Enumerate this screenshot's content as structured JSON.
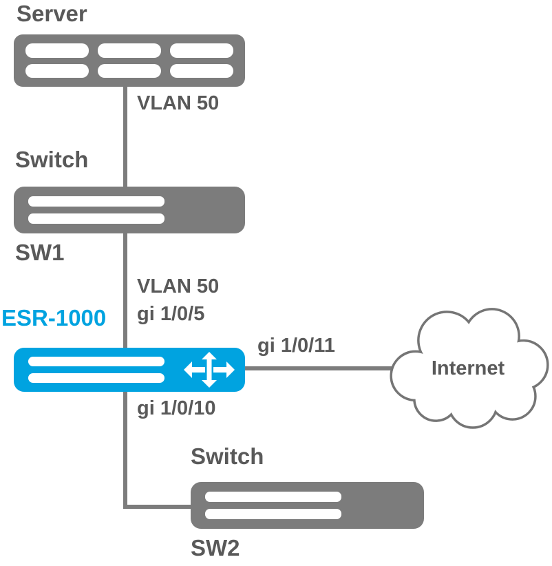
{
  "colors": {
    "device_gray": "#7c7c7c",
    "label_gray": "#595959",
    "accent_blue": "#00a3e0",
    "line_gray": "#7c7c7c",
    "cloud_stroke": "#757575",
    "cloud_fill": "#ffffff"
  },
  "nodes": {
    "server": {
      "title": "Server"
    },
    "sw1": {
      "title": "Switch",
      "name": "SW1"
    },
    "esr": {
      "name": "ESR-1000"
    },
    "sw2": {
      "title": "Switch",
      "name": "SW2"
    },
    "internet": {
      "label": "Internet"
    }
  },
  "links": {
    "server_sw1": {
      "label": "VLAN 50"
    },
    "sw1_esr": {
      "vlan": "VLAN 50",
      "port": "gi 1/0/5"
    },
    "esr_internet": {
      "port": "gi 1/0/11"
    },
    "esr_sw2": {
      "port": "gi 1/0/10"
    }
  },
  "icons": {
    "router": "router-arrows-icon",
    "internet": "cloud-icon"
  }
}
